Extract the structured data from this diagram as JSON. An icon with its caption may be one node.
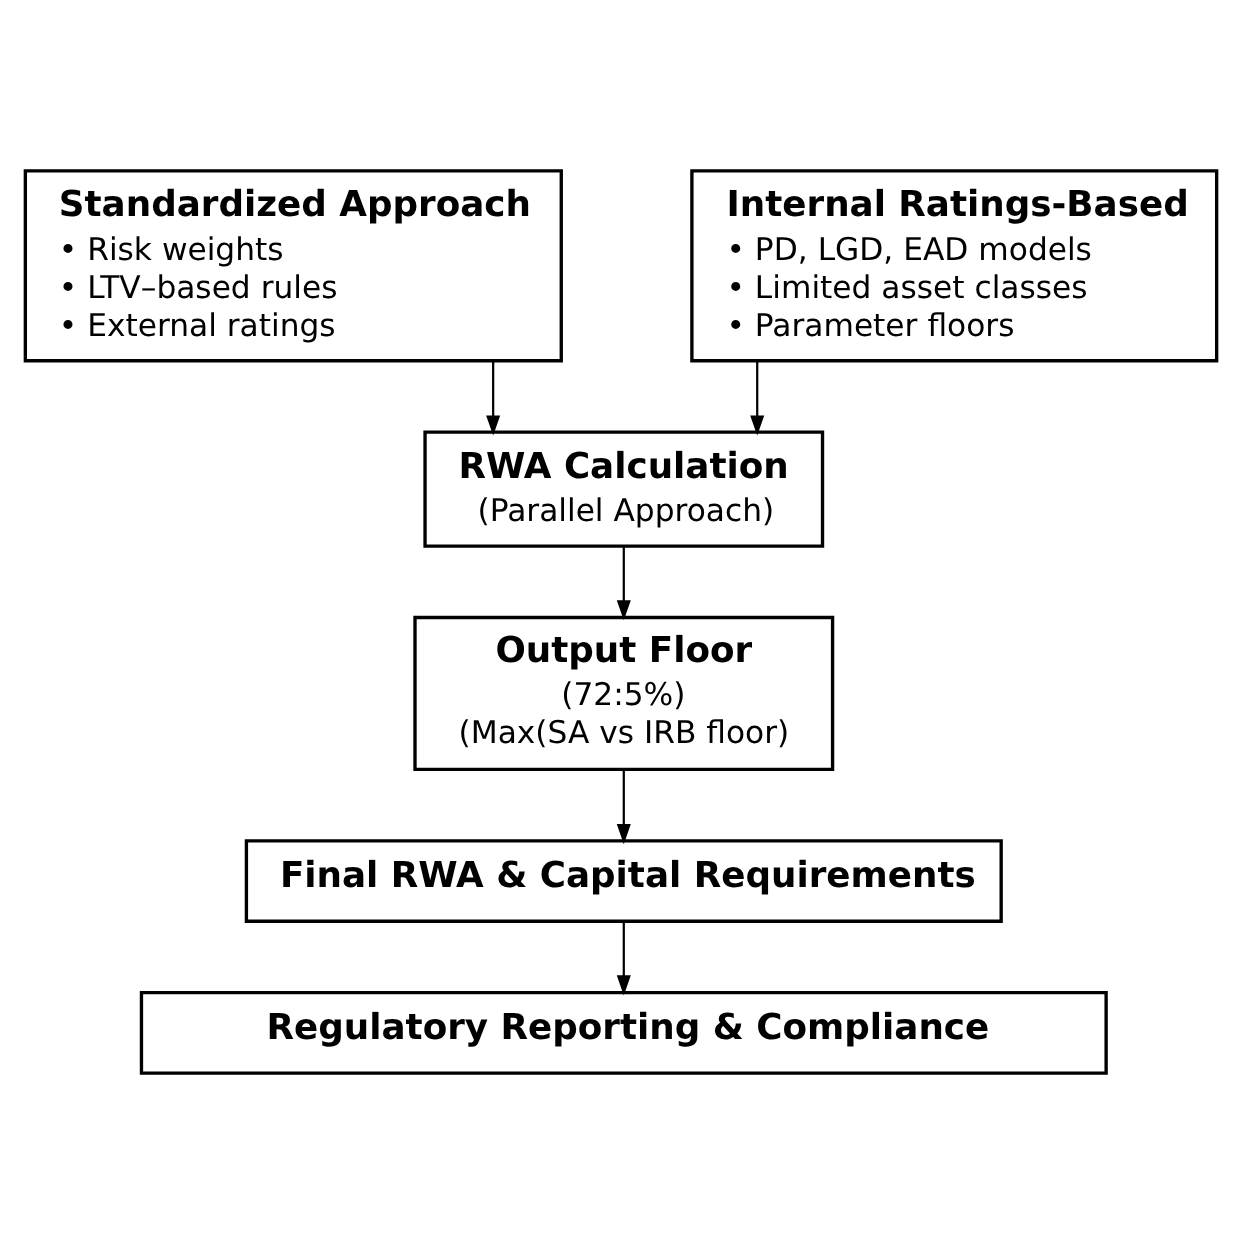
{
  "diagram": {
    "nodes": [
      {
        "text": [
          "Standardized Approach",
          "• Risk weights",
          "• LTV–based rules",
          "• External ratings"
        ]
      },
      {
        "text": [
          "Internal Ratings-Based",
          "• PD, LGD, EAD models",
          "• Limited asset classes",
          "• Parameter floors"
        ]
      },
      {
        "text": [
          "RWA Calculation",
          "(Parallel Approach)"
        ]
      },
      {
        "text": [
          "Output Floor",
          "(72:5%)",
          "(Max(SA vs IRB floor)"
        ]
      },
      {
        "text": [
          "Final RWA & Capital Requirements"
        ]
      },
      {
        "text": [
          "Regulatory Reporting & Compliance"
        ]
      }
    ],
    "edges": [
      {
        "from": 0,
        "to": 2,
        "arrow": "to"
      },
      {
        "from": 1,
        "to": 2,
        "arrow": "to"
      },
      {
        "from": 2,
        "to": 3,
        "arrow": "to"
      },
      {
        "from": 3,
        "to": 4,
        "arrow": "to"
      },
      {
        "from": 4,
        "to": 5,
        "arrow": "to"
      }
    ]
  }
}
